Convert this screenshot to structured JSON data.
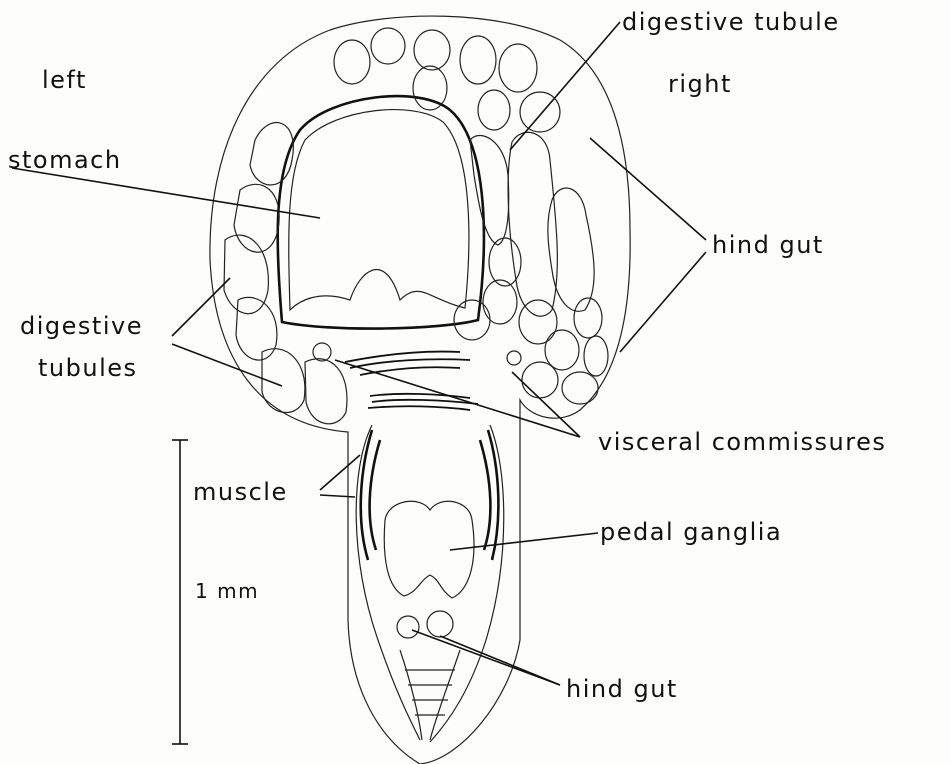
{
  "labels": {
    "left": "left",
    "right": "right",
    "digestive_tubule": "digestive tubule",
    "stomach": "stomach",
    "hind_gut_upper": "hind gut",
    "digestive_tubules_line1": "digestive",
    "digestive_tubules_line2": "tubules",
    "visceral_commissures": "visceral commissures",
    "muscle": "muscle",
    "pedal_ganglia": "pedal ganglia",
    "scale_bar": "1 mm",
    "hind_gut_lower": "hind gut"
  },
  "colors": {
    "ink": "#111111",
    "stipple_fill": "#3a3a3a",
    "paper": "#fdfdfb"
  }
}
